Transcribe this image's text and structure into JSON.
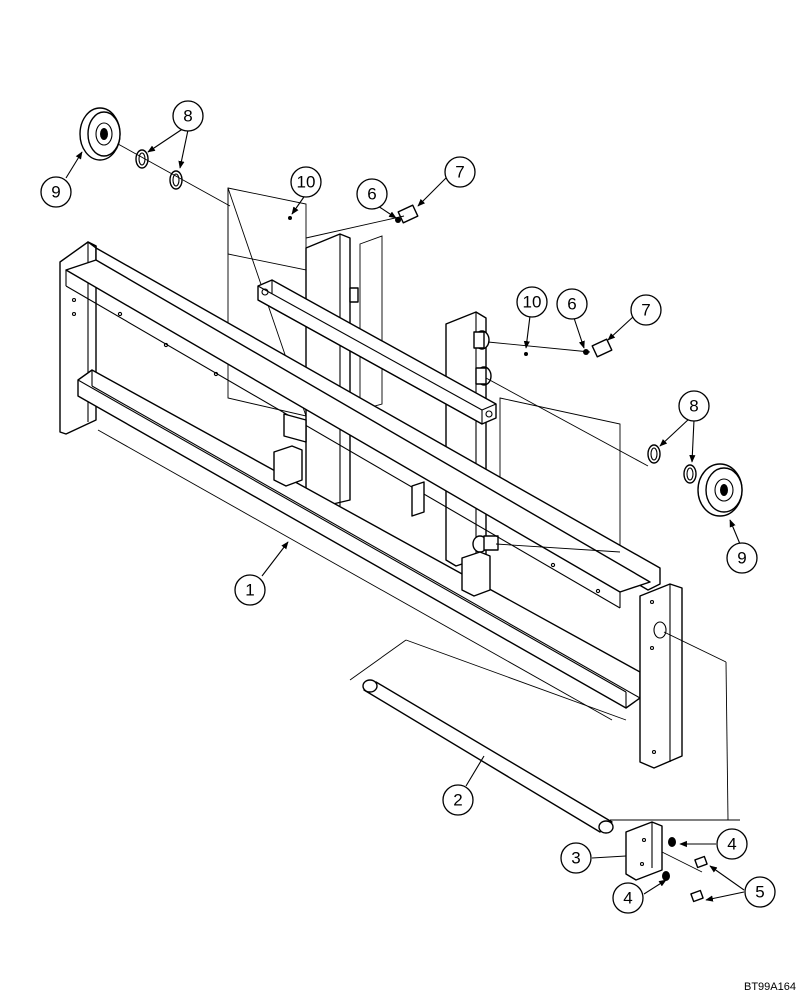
{
  "callouts": {
    "c1": "1",
    "c2": "2",
    "c3": "3",
    "c4a": "4",
    "c4b": "4",
    "c5": "5",
    "c6a": "6",
    "c6b": "6",
    "c7a": "7",
    "c7b": "7",
    "c8a": "8",
    "c8b": "8",
    "c9a": "9",
    "c9b": "9",
    "c10a": "10",
    "c10b": "10"
  },
  "figure_code": "BT99A164"
}
